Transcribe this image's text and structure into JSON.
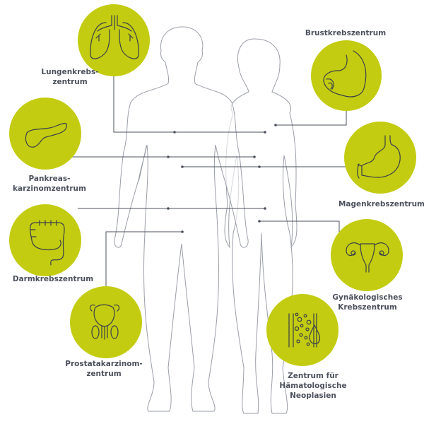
{
  "colors": {
    "accent": "#c3cc10",
    "line": "#4b505c",
    "body": "#9a9ea8"
  },
  "centers": [
    {
      "id": "lung",
      "icon": "lungs-icon",
      "label_lines": [
        "Lungenkrebs-",
        "zentrum"
      ]
    },
    {
      "id": "breast",
      "icon": "breast-icon",
      "label_lines": [
        "Brustkrebszentrum"
      ]
    },
    {
      "id": "pancreas",
      "icon": "pancreas-icon",
      "label_lines": [
        "Pankreas-",
        "karzinomzentrum"
      ]
    },
    {
      "id": "stomach",
      "icon": "stomach-icon",
      "label_lines": [
        "Magenkrebszentrum"
      ]
    },
    {
      "id": "colon",
      "icon": "colon-icon",
      "label_lines": [
        "Darmkrebszentrum"
      ]
    },
    {
      "id": "gyn",
      "icon": "uterus-icon",
      "label_lines": [
        "Gynäkologisches",
        "Krebszentrum"
      ]
    },
    {
      "id": "prostate",
      "icon": "prostate-icon",
      "label_lines": [
        "Prostatakarzinom-",
        "zentrum"
      ]
    },
    {
      "id": "hema",
      "icon": "blood-cells-icon",
      "label_lines": [
        "Zentrum für",
        "Hämatologische",
        "Neoplasien"
      ]
    }
  ]
}
